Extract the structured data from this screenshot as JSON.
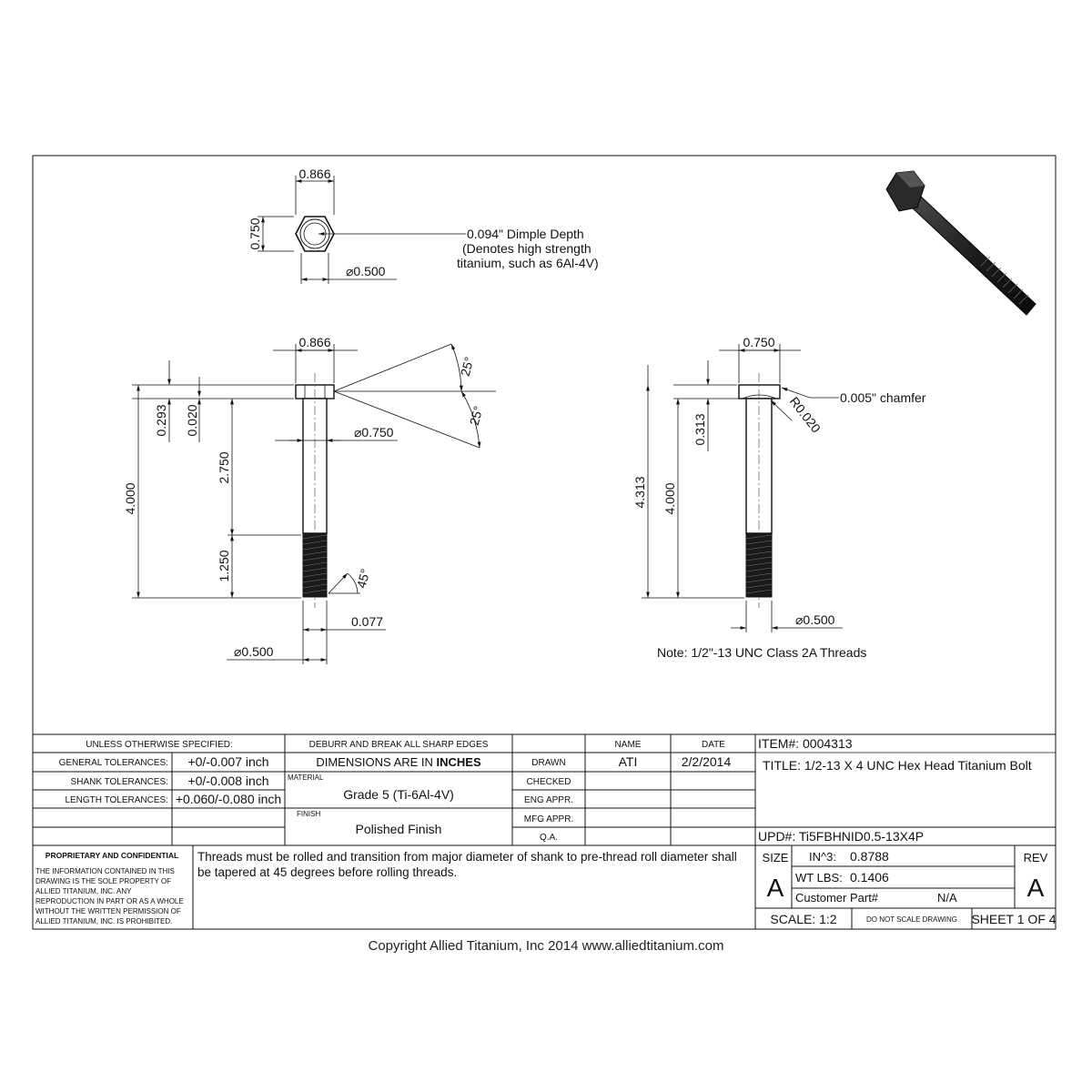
{
  "top_view": {
    "width": "0.866",
    "height": "0.750",
    "dimple_dia": "⌀0.500",
    "callout": [
      "0.094\" Dimple Depth",
      "(Denotes high strength",
      "titanium, such as 6Al-4V)"
    ]
  },
  "front_view": {
    "head_width": "0.866",
    "angle_top": "25°",
    "angle_bottom": "25°",
    "head_height": "0.293",
    "washer_face": "0.020",
    "washer_dia": "⌀0.750",
    "overall": "4.000",
    "shank": "2.750",
    "thread": "1.250",
    "thread_angle": "45°",
    "tip": "0.077",
    "shank_dia": "⌀0.500"
  },
  "side_view": {
    "head_width": "0.750",
    "chamfer": "0.005\" chamfer",
    "radius": "R0.020",
    "head_height": "0.313",
    "total": "4.313",
    "length": "4.000",
    "dia": "⌀0.500",
    "note": "Note: 1/2\"-13 UNC Class 2A Threads"
  },
  "title_block": {
    "unless": "UNLESS OTHERWISE SPECIFIED:",
    "gen_tol_label": "GENERAL TOLERANCES:",
    "gen_tol": "+0/-0.007 inch",
    "shank_tol_label": "SHANK TOLERANCES:",
    "shank_tol": "+0/-0.008 inch",
    "len_tol_label": "LENGTH TOLERANCES:",
    "len_tol": "+0.060/-0.080 inch",
    "deburr": "DEBURR AND BREAK ALL SHARP EDGES",
    "dims_prefix": "DIMENSIONS ARE IN ",
    "dims_unit": "INCHES",
    "material_label": "MATERIAL",
    "material": "Grade 5 (Ti-6Al-4V)",
    "finish_label": "FINISH",
    "finish": "Polished Finish",
    "name_hdr": "NAME",
    "date_hdr": "DATE",
    "drawn": "DRAWN",
    "drawn_name": "ATI",
    "drawn_date": "2/2/2014",
    "checked": "CHECKED",
    "eng_appr": "ENG APPR.",
    "mfg_appr": "MFG APPR.",
    "qa": "Q.A.",
    "item": "ITEM#: 0004313",
    "title": "TITLE: 1/2-13 X 4 UNC Hex Head Titanium Bolt",
    "upd": "UPD#: Ti5FBHNID0.5-13X4P",
    "proprietary_title": "PROPRIETARY AND CONFIDENTIAL",
    "proprietary_lines": [
      "THE INFORMATION CONTAINED IN THIS",
      "DRAWING IS THE SOLE PROPERTY OF",
      "ALLIED TITANIUM, INC.  ANY",
      "REPRODUCTION IN PART OR AS A WHOLE",
      "WITHOUT THE WRITTEN PERMISSION OF",
      "ALLIED TITANIUM, INC. IS PROHIBITED."
    ],
    "notes": [
      "Threads must be rolled and transition from major diameter of shank to pre-thread roll diameter shall",
      "be tapered at 45 degrees before rolling threads."
    ],
    "size_label": "SIZE",
    "size": "A",
    "in3_label": "IN^3:",
    "in3": "0.8788",
    "wt_label": "WT LBS:",
    "wt": "0.1406",
    "customer_label": "Customer Part#",
    "customer": "N/A",
    "rev_label": "REV",
    "rev": "A",
    "scale": "SCALE: 1:2",
    "do_not_scale": "DO NOT SCALE DRAWING",
    "sheet": "SHEET 1 OF 4"
  },
  "footer": "Copyright Allied Titanium, Inc 2014 www.alliedtitanium.com"
}
